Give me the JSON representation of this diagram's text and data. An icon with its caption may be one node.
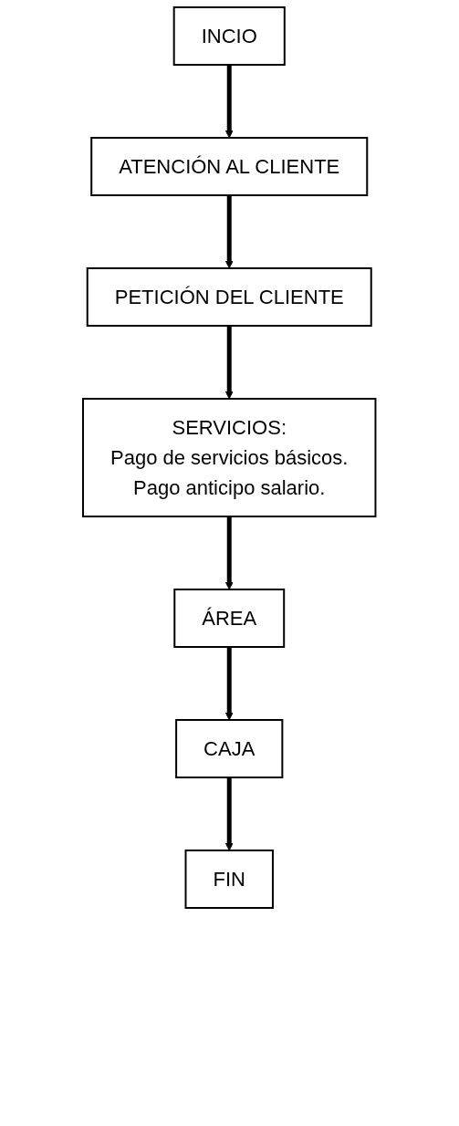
{
  "diagram": {
    "nodes": [
      {
        "text": [
          "INCIO"
        ]
      },
      {
        "text": [
          "ATENCIÓN AL CLIENTE"
        ]
      },
      {
        "text": [
          "PETICIÓN DEL CLIENTE"
        ]
      },
      {
        "text": [
          "SERVICIOS:",
          "Pago de servicios básicos.",
          "Pago anticipo salario."
        ]
      },
      {
        "text": [
          "ÁREA"
        ]
      },
      {
        "text": [
          "CAJA"
        ]
      },
      {
        "text": [
          "FIN"
        ]
      }
    ],
    "edges": [
      {
        "from": 0,
        "to": 1,
        "arrow": "to"
      },
      {
        "from": 1,
        "to": 2,
        "arrow": "to"
      },
      {
        "from": 2,
        "to": 3,
        "arrow": "to"
      },
      {
        "from": 3,
        "to": 4,
        "arrow": "to"
      },
      {
        "from": 4,
        "to": 5,
        "arrow": "to"
      },
      {
        "from": 5,
        "to": 6,
        "arrow": "to"
      }
    ]
  }
}
